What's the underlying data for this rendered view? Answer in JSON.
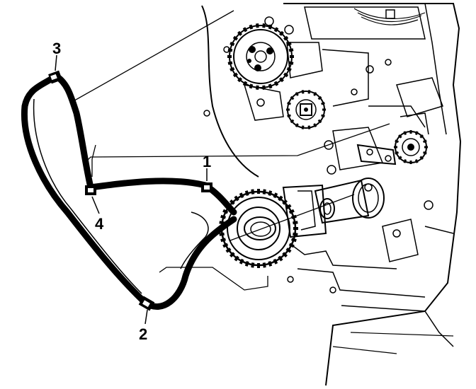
{
  "diagram": {
    "callouts": [
      {
        "id": "1",
        "label": "1"
      },
      {
        "id": "2",
        "label": "2"
      },
      {
        "id": "3",
        "label": "3"
      },
      {
        "id": "4",
        "label": "4"
      }
    ],
    "colors": {
      "ink": "#000000",
      "paper": "#ffffff"
    }
  }
}
